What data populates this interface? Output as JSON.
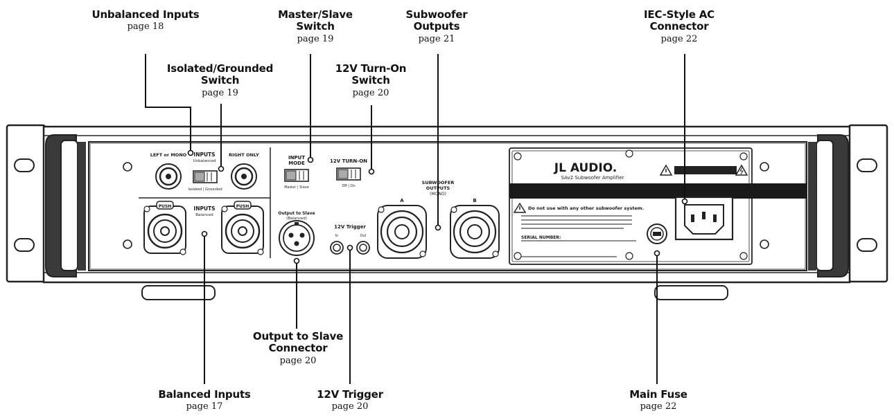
{
  "callouts": {
    "unbalanced_inputs": {
      "title": "Unbalanced Inputs",
      "page": "page 18"
    },
    "master_slave": {
      "title_line1": "Master/Slave",
      "title_line2": "Switch",
      "page": "page 19"
    },
    "subwoofer_outputs": {
      "title_line1": "Subwoofer",
      "title_line2": "Outputs",
      "page": "page 21"
    },
    "iec_connector": {
      "title_line1": "IEC-Style AC",
      "title_line2": "Connector",
      "page": "page 22"
    },
    "isolated_grounded": {
      "title_line1": "Isolated/Grounded",
      "title_line2": "Switch",
      "page": "page 19"
    },
    "turn_on_switch": {
      "title_line1": "12V Turn-On",
      "title_line2": "Switch",
      "page": "page 20"
    },
    "output_to_slave": {
      "title_line1": "Output to Slave",
      "title_line2": "Connector",
      "page": "page 20"
    },
    "balanced_inputs": {
      "title": "Balanced Inputs",
      "page": "page 17"
    },
    "trigger": {
      "title": "12V Trigger",
      "page": "page 20"
    },
    "main_fuse": {
      "title": "Main Fuse",
      "page": "page 22"
    }
  },
  "panel": {
    "left_or_mono": "LEFT or MONO",
    "inputs_unbalanced_line1": "INPUTS",
    "inputs_unbalanced_line2": "Unbalanced",
    "right_only": "RIGHT ONLY",
    "isolated_grounded_label": "Isolated | Grounded",
    "input_mode_line1": "INPUT",
    "input_mode_line2": "MODE",
    "master_slave_label": "Master | Slave",
    "turn_on_label": "12V TURN-ON",
    "off_on_label": "Off | On",
    "push_left": "PUSH",
    "push_right": "PUSH",
    "inputs_balanced_line1": "INPUTS",
    "inputs_balanced_line2": "Balanced",
    "output_to_slave_line1": "Output to Slave",
    "output_to_slave_line2": "(Balanced)",
    "trigger_label": "12V Trigger",
    "trigger_in": "In",
    "trigger_out": "Out",
    "sub_outputs_line1": "SUBWOOFER",
    "sub_outputs_line2": "OUTPUTS",
    "sub_outputs_line3": "(MONO)",
    "out_a": "A",
    "out_b": "B",
    "brand": "JL AUDIO.",
    "model": "SAv2 Subwoofer Amplifier",
    "warning": "Do not use with any other subwoofer system.",
    "serial": "SERIAL NUMBER:"
  }
}
